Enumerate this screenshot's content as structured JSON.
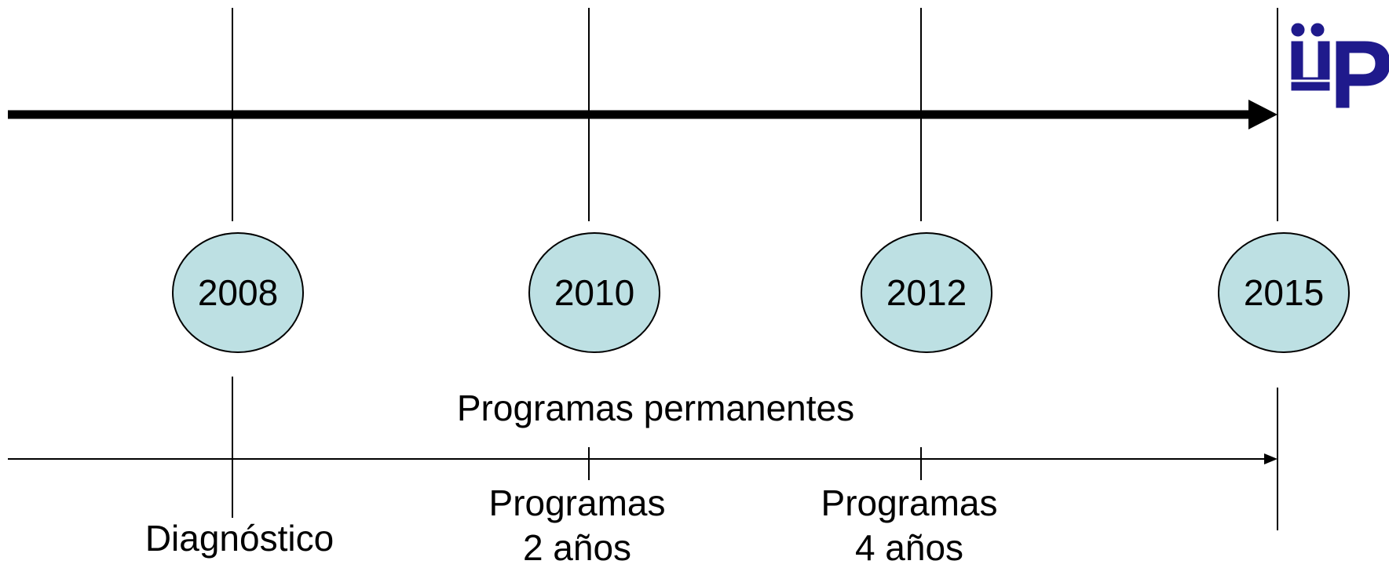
{
  "milestones": [
    {
      "year": "2008"
    },
    {
      "year": "2010"
    },
    {
      "year": "2012"
    },
    {
      "year": "2015"
    }
  ],
  "labels": {
    "permanent_programs": "Programas permanentes",
    "diagnostic": "Diagnóstico",
    "programs_2y_line1": "Programas",
    "programs_2y_line2": "2 años",
    "programs_4y_line1": "Programas",
    "programs_4y_line2": "4 años"
  },
  "colors": {
    "circle_fill": "#bde0e3",
    "stroke": "#000000",
    "logo_blue": "#1f1a8c"
  },
  "logo": {
    "icon": "university-logo-icon"
  }
}
